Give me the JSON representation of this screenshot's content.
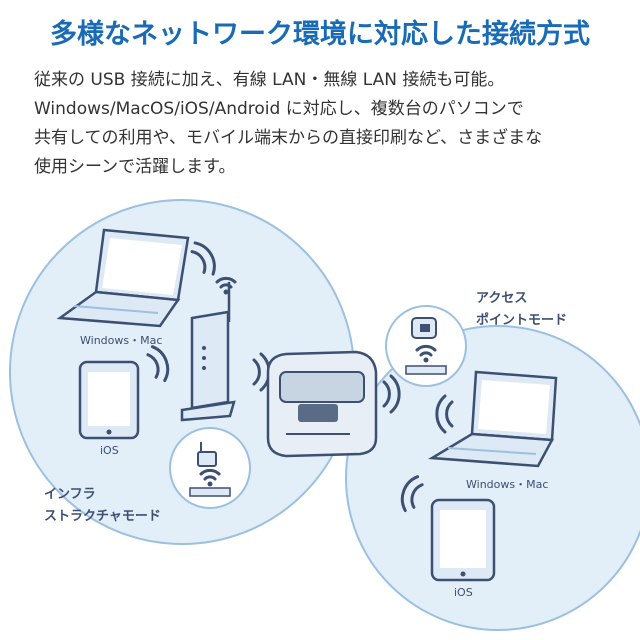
{
  "header": {
    "title": "多様なネットワーク環境に対応した接続方式"
  },
  "description": {
    "lines": [
      "従来の USB 接続に加え、有線 LAN・無線 LAN 接続も可能。",
      "Windows/MacOS/iOS/Android に対応し、複数台のパソコンで",
      "共有しての利用や、モバイル端末からの直接印刷など、さまざまな",
      "使用シーンで活躍します。"
    ]
  },
  "infrastructure_mode": {
    "label_line1": "インフラ",
    "label_line2": "ストラクチャモード",
    "laptop_label": "Windows・Mac",
    "tablet_label": "iOS"
  },
  "access_point_mode": {
    "label_line1": "アクセス",
    "label_line2": "ポイントモード",
    "laptop_label": "Windows・Mac",
    "tablet_label": "iOS"
  },
  "colors": {
    "title": "#1a6bb5",
    "circle_fill": "#e2eef8",
    "circle_stroke": "#9cc0e0",
    "device_fill": "#dde9f5",
    "device_stroke": "#3d4f73",
    "screen": "#ffffff"
  }
}
